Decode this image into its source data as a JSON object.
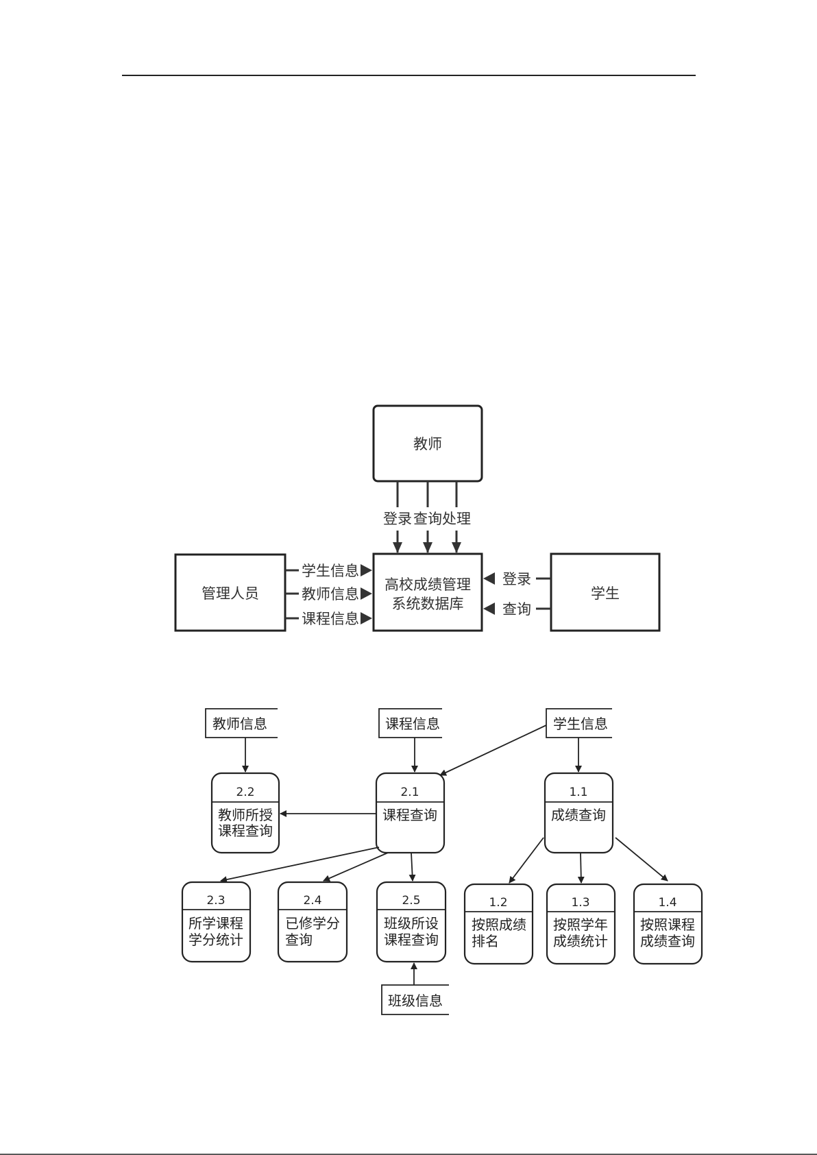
{
  "context_diagram": {
    "entities": {
      "teacher": "教师",
      "admin": "管理人员",
      "student": "学生",
      "database_line1": "高校成绩管理",
      "database_line2": "系统数据库"
    },
    "teacher_flows": [
      "登录",
      "查询",
      "处理"
    ],
    "admin_flows": [
      "学生信息",
      "教师信息",
      "课程信息"
    ],
    "student_flows": [
      "登录",
      "查询"
    ]
  },
  "dfd": {
    "stores": {
      "teacher_info": "教师信息",
      "course_info": "课程信息",
      "student_info": "学生信息",
      "class_info": "班级信息"
    },
    "processes": {
      "p2_2": {
        "id": "2.2",
        "line1": "教师所授",
        "line2": "课程查询"
      },
      "p2_1": {
        "id": "2.1",
        "line1": "课程查询"
      },
      "p1_1": {
        "id": "1.1",
        "line1": "成绩查询"
      },
      "p2_3": {
        "id": "2.3",
        "line1": "所学课程",
        "line2": "学分统计"
      },
      "p2_4": {
        "id": "2.4",
        "line1": "已修学分",
        "line2": "查询"
      },
      "p2_5": {
        "id": "2.5",
        "line1": "班级所设",
        "line2": "课程查询"
      },
      "p1_2": {
        "id": "1.2",
        "line1": "按照成绩",
        "line2": "排名"
      },
      "p1_3": {
        "id": "1.3",
        "line1": "按照学年",
        "line2": "成绩统计"
      },
      "p1_4": {
        "id": "1.4",
        "line1": "按照课程",
        "line2": "成绩查询"
      }
    }
  }
}
